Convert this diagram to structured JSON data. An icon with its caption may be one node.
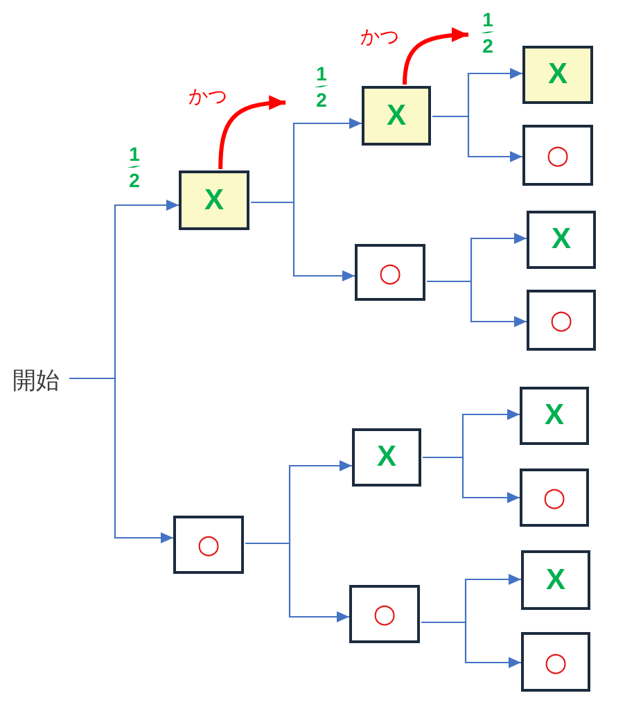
{
  "diagram": {
    "nodes": [
      {
        "text": [
          "開始"
        ]
      },
      {
        "text": [
          "X"
        ]
      },
      {
        "text": [
          "○"
        ]
      },
      {
        "text": [
          "X"
        ]
      },
      {
        "text": [
          "○"
        ]
      },
      {
        "text": [
          "X"
        ]
      },
      {
        "text": [
          "○"
        ]
      },
      {
        "text": [
          "X"
        ]
      },
      {
        "text": [
          "○"
        ]
      },
      {
        "text": [
          "X"
        ]
      },
      {
        "text": [
          "○"
        ]
      },
      {
        "text": [
          "X"
        ]
      },
      {
        "text": [
          "○"
        ]
      },
      {
        "text": [
          "X"
        ]
      },
      {
        "text": [
          "○"
        ]
      }
    ],
    "edges": [
      {
        "from": 0,
        "to": 1,
        "arrow": "to",
        "label": "1/2"
      },
      {
        "from": 0,
        "to": 2,
        "arrow": "to"
      },
      {
        "from": 1,
        "to": 3,
        "arrow": "to",
        "label": "1/2"
      },
      {
        "from": 1,
        "to": 4,
        "arrow": "to"
      },
      {
        "from": 2,
        "to": 5,
        "arrow": "to"
      },
      {
        "from": 2,
        "to": 6,
        "arrow": "to"
      },
      {
        "from": 3,
        "to": 7,
        "arrow": "to",
        "label": "1/2"
      },
      {
        "from": 3,
        "to": 8,
        "arrow": "to"
      },
      {
        "from": 4,
        "to": 9,
        "arrow": "to"
      },
      {
        "from": 4,
        "to": 10,
        "arrow": "to"
      },
      {
        "from": 5,
        "to": 11,
        "arrow": "to"
      },
      {
        "from": 5,
        "to": 12,
        "arrow": "to"
      },
      {
        "from": 6,
        "to": 13,
        "arrow": "to"
      },
      {
        "from": 6,
        "to": 14,
        "arrow": "to"
      },
      {
        "from": 1,
        "to": null,
        "arrow": "to",
        "label": "かつ",
        "style": "thick",
        "color": "#ff0000"
      },
      {
        "from": 3,
        "to": null,
        "arrow": "to",
        "label": "かつ",
        "style": "thick",
        "color": "#ff0000"
      }
    ]
  }
}
